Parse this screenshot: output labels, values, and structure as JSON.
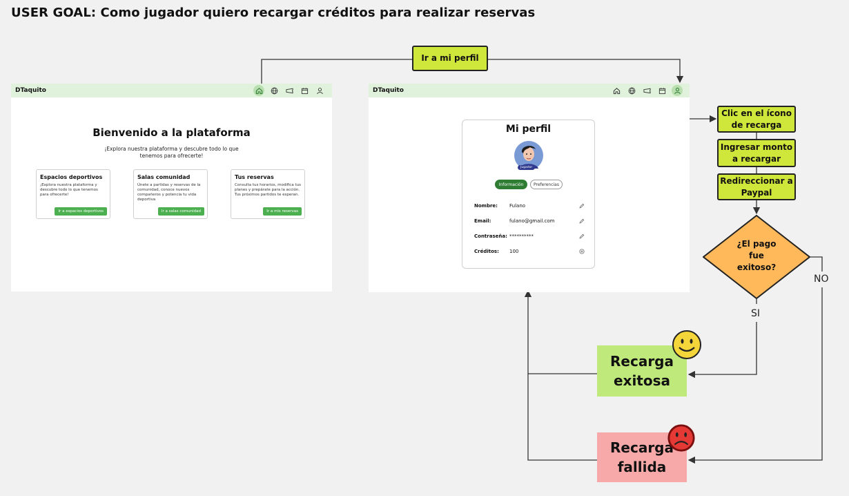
{
  "title": "USER GOAL: Como jugador quiero recargar créditos para realizar reservas",
  "home_screen": {
    "brand": "DTaquito",
    "nav_icons": [
      "home-icon",
      "globe-icon",
      "ticket-icon",
      "calendar-icon",
      "user-icon"
    ],
    "active_icon": "home-icon",
    "welcome_title": "Bienvenido a la plataforma",
    "welcome_subtitle": "¡Explora nuestra plataforma y descubre todo lo que tenemos para ofrecerte!",
    "cards": [
      {
        "title": "Espacios deportivos",
        "description": "¡Explora nuestra plataforma y descubre todo lo que tenemos para ofrecerte!",
        "button": "Ir a espacios deportivos"
      },
      {
        "title": "Salas comunidad",
        "description": "Únete a partidas y reservas de la comunidad, conoce nuevos compañeros y potencia tu vida deportiva",
        "button": "Ir a salas comunidad"
      },
      {
        "title": "Tus reservas",
        "description": "Consulta tus horarios, modifica tus planes y prepárate para la acción. Tus próximos partidos te esperan.",
        "button": "Ir a mis reservas"
      }
    ]
  },
  "profile_screen": {
    "brand": "DTaquito",
    "nav_icons": [
      "home-icon",
      "globe-icon",
      "ticket-icon",
      "calendar-icon",
      "user-icon"
    ],
    "active_icon": "user-icon",
    "title": "Mi perfil",
    "role_badge": "Jugador",
    "tabs": [
      "Información",
      "Preferencias"
    ],
    "fields": [
      {
        "label": "Nombre:",
        "value": "Fulano",
        "action_icon": "pencil-icon"
      },
      {
        "label": "Email:",
        "value": "fulano@gmail.com",
        "action_icon": "pencil-icon"
      },
      {
        "label": "Contraseña:",
        "value": "**********",
        "action_icon": "pencil-icon"
      },
      {
        "label": "Créditos:",
        "value": "100",
        "action_icon": "plus-circle-icon"
      }
    ]
  },
  "flow": {
    "nav_step": "Ir a mi perfil",
    "steps": [
      "Clic en el ícono de recarga",
      "Ingresar monto a recargar",
      "Redireccionar a Paypal"
    ],
    "decision": "¿El pago fue exitoso?",
    "yes_label": "SI",
    "no_label": "NO",
    "success": "Recarga exitosa",
    "failure": "Recarga fallida"
  },
  "colors": {
    "step_fill": "#cfe63a",
    "decision_fill": "#ffb95a",
    "success_fill": "#bfe97a",
    "failure_fill": "#f7a9a9",
    "navbar": "#e1f2dc",
    "button_green": "#4caf50"
  }
}
